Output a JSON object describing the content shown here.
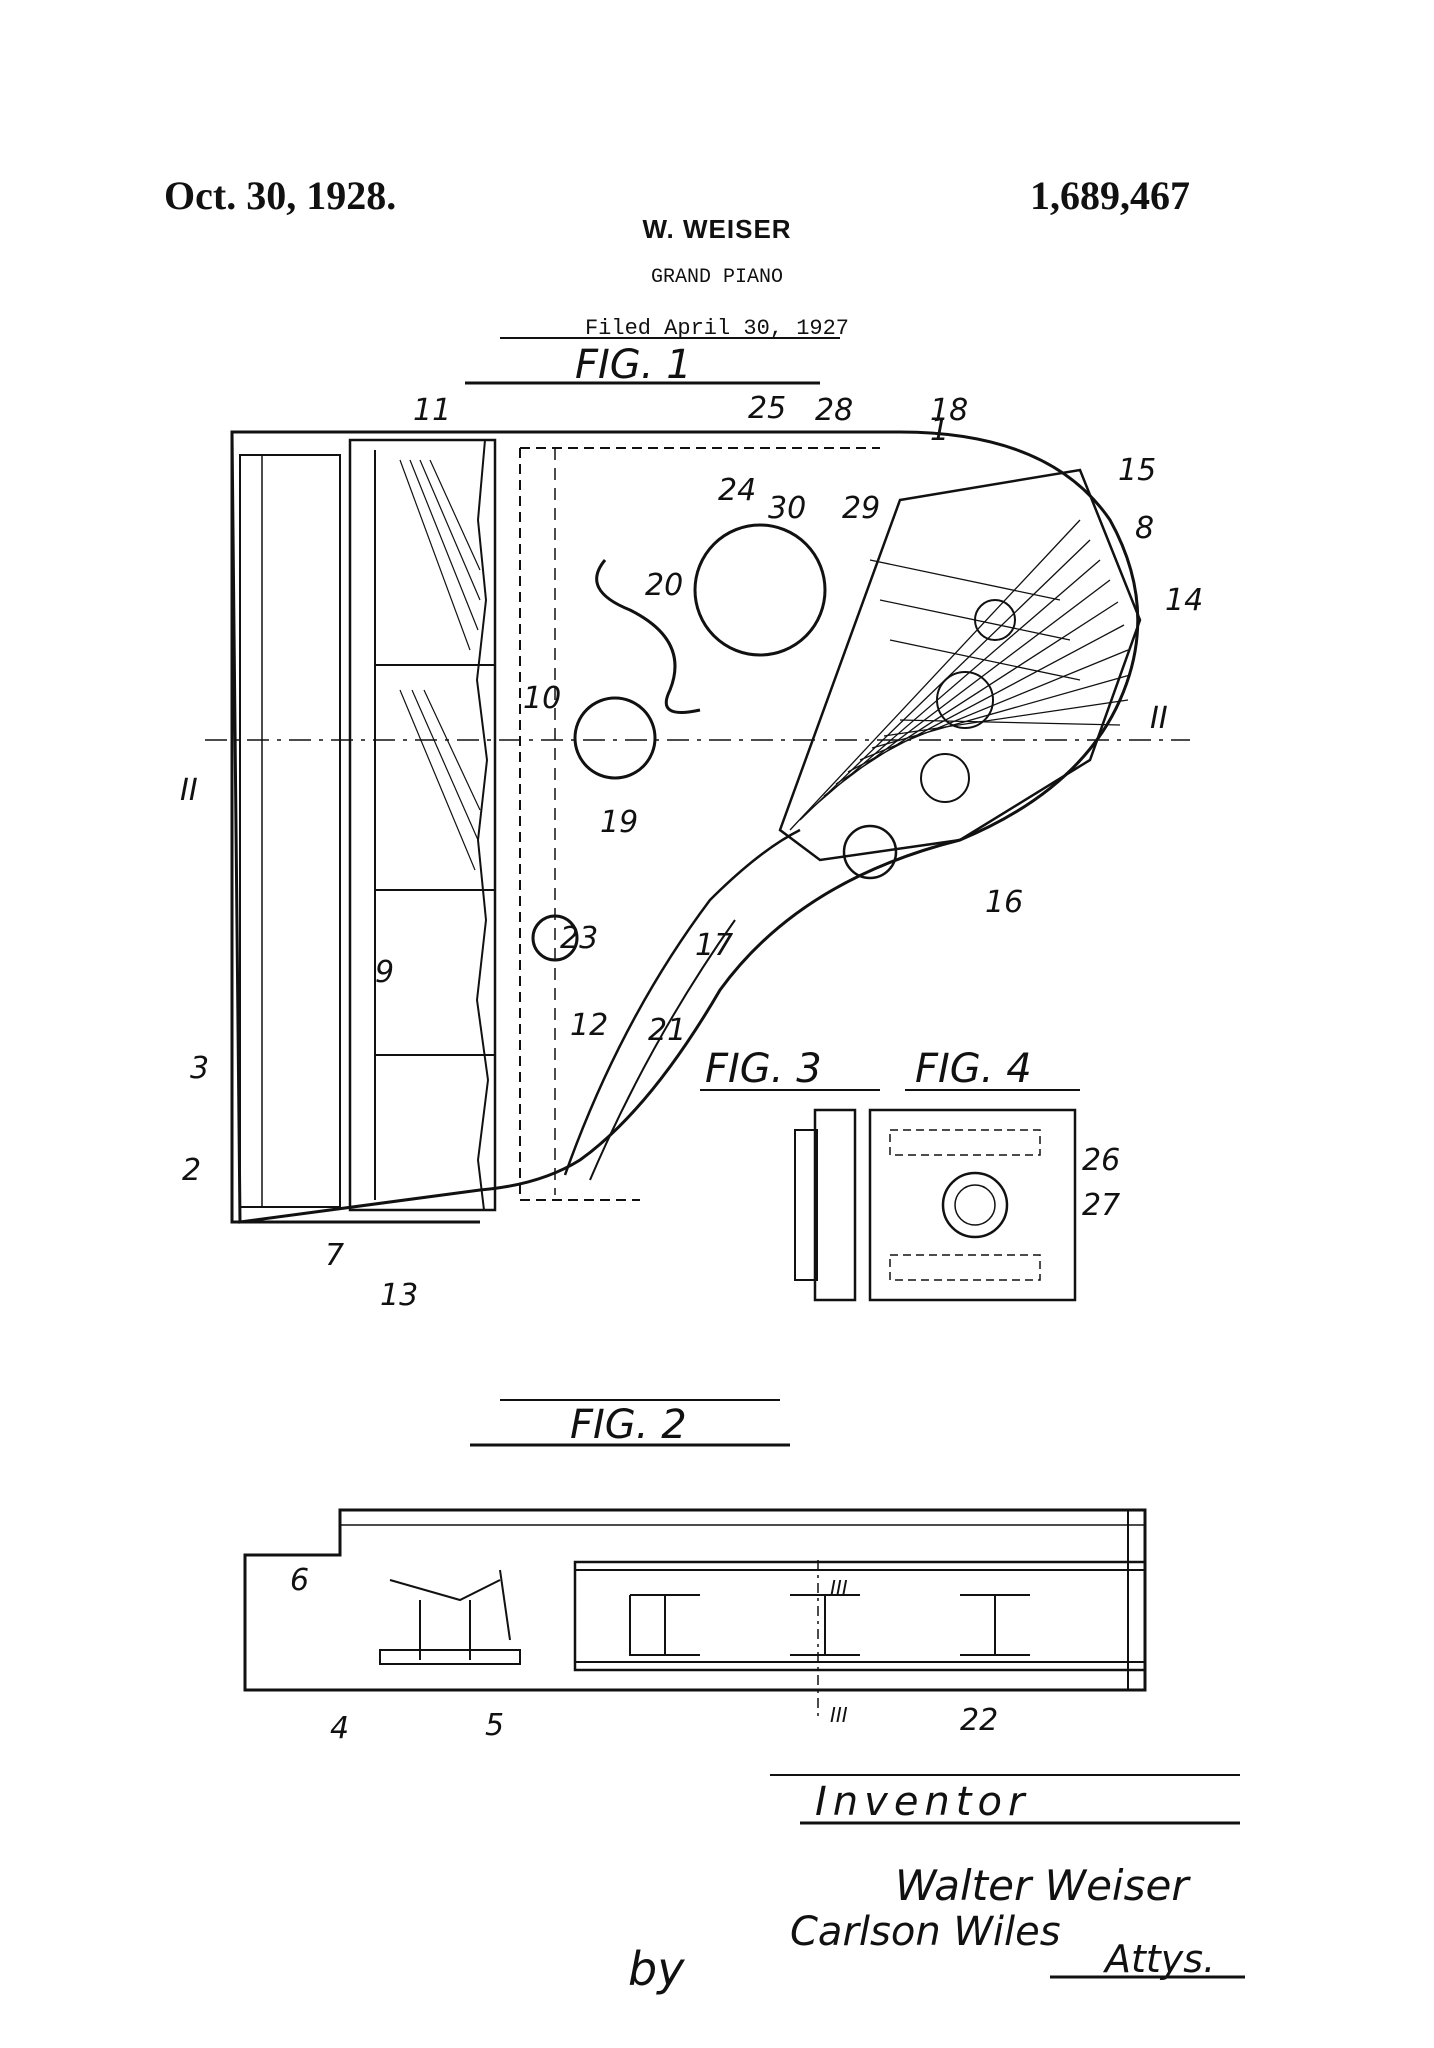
{
  "header": {
    "date": "Oct. 30, 1928.",
    "patent_number": "1,689,467",
    "inventor_name": "W. WEISER",
    "title": "GRAND PIANO",
    "filed": "Filed April 30, 1927"
  },
  "figures": {
    "fig1": "FIG. 1",
    "fig2": "FIG. 2",
    "fig3": "FIG. 3",
    "fig4": "FIG. 4",
    "section_mark": "II",
    "section_mark_3": "III"
  },
  "ref_numerals": [
    "1",
    "2",
    "3",
    "4",
    "5",
    "6",
    "7",
    "8",
    "9",
    "10",
    "11",
    "12",
    "13",
    "14",
    "15",
    "16",
    "17",
    "18",
    "19",
    "20",
    "21",
    "22",
    "23",
    "24",
    "25",
    "26",
    "27",
    "28",
    "29",
    "30"
  ],
  "signature": {
    "heading": "Inventor",
    "inventor": "Walter Weiser",
    "by": "by",
    "attorneys_signature": "Carlson Wiles",
    "attys": "Attys."
  }
}
